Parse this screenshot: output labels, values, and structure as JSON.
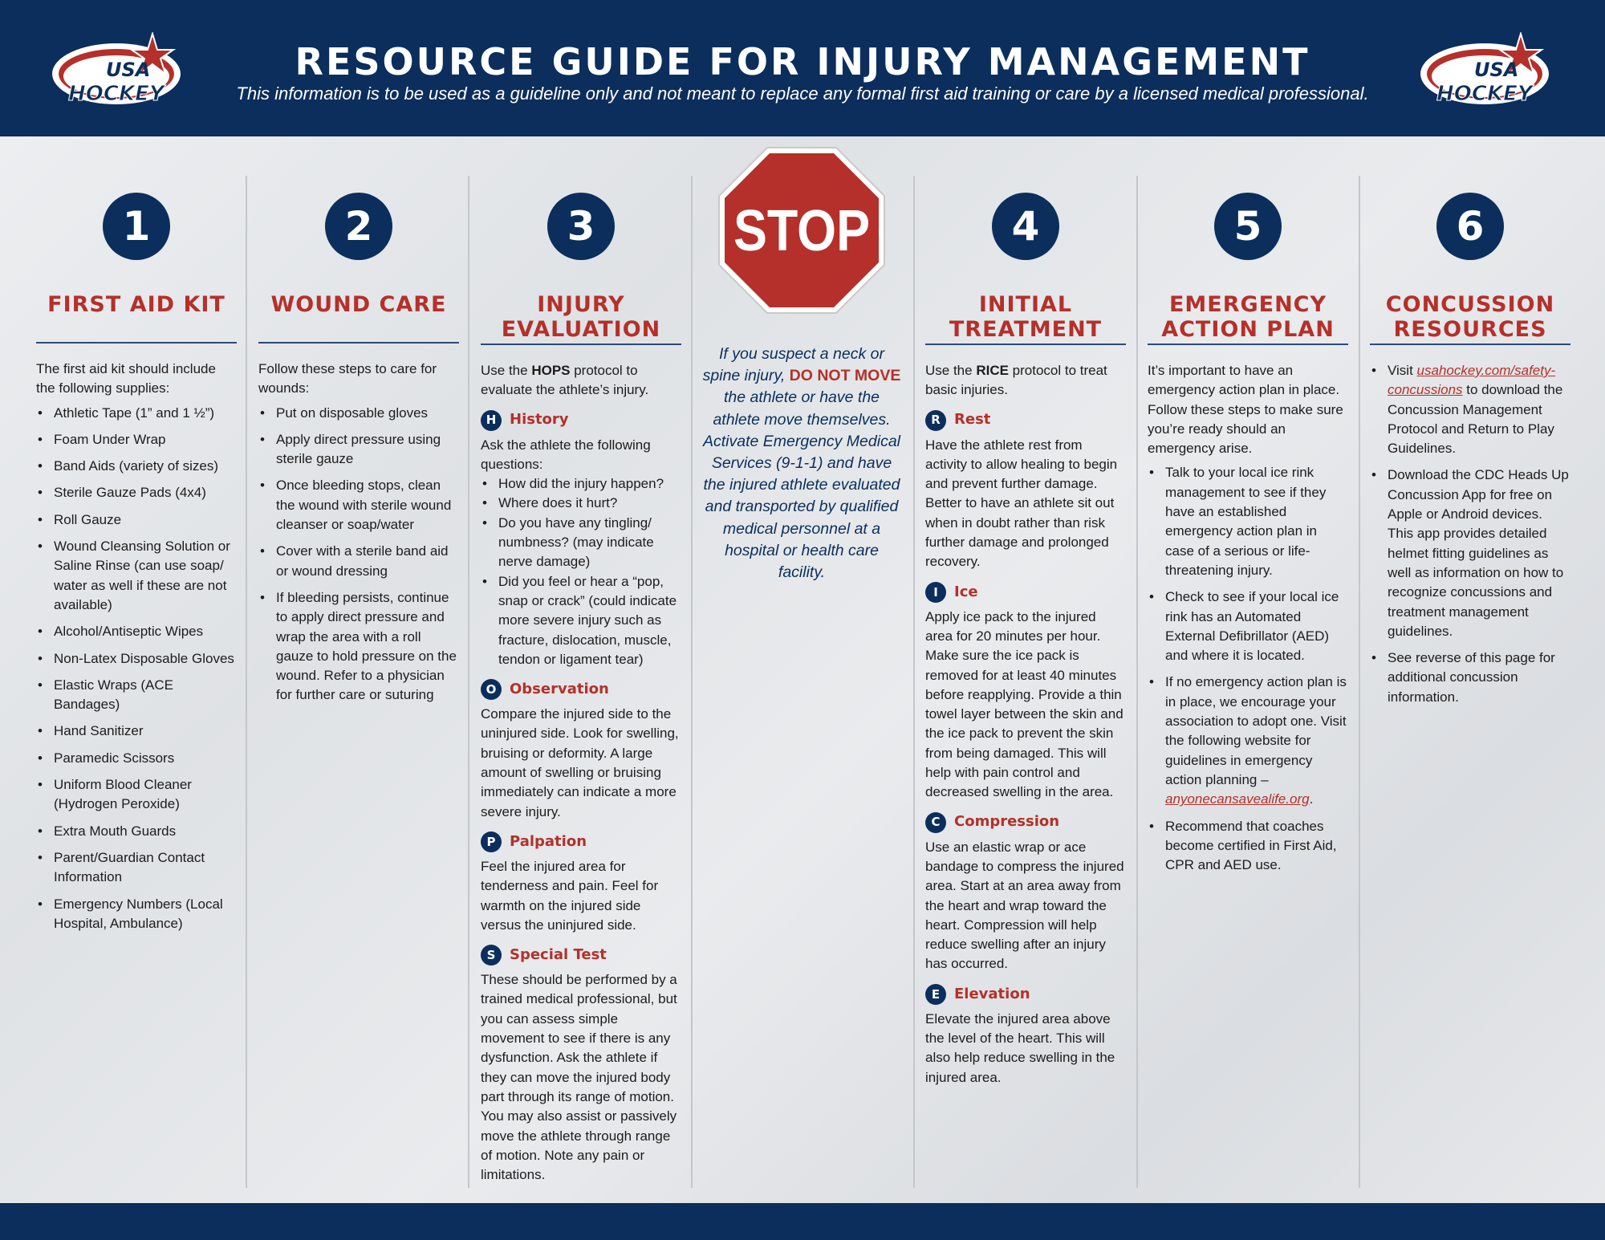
{
  "header": {
    "title": "RESOURCE GUIDE FOR INJURY MANAGEMENT",
    "subtitle": "This information is to be used as a guideline only and not meant to replace any formal first aid training or care by a licensed medical professional.",
    "logo_text": "USA HOCKEY"
  },
  "colors": {
    "navy": "#0b2e5c",
    "red": "#b5302a"
  },
  "sections": [
    {
      "number": "1",
      "heading": "FIRST AID KIT",
      "intro": "The first aid kit should include the following supplies:",
      "items": [
        "Athletic Tape (1” and 1 ½”)",
        "Foam Under Wrap",
        "Band Aids (variety of sizes)",
        "Sterile Gauze Pads (4x4)",
        "Roll Gauze",
        "Wound Cleansing Solution or Saline Rinse (can use soap/ water as well if these are not available)",
        "Alcohol/Antiseptic Wipes",
        "Non-Latex Disposable Gloves",
        "Elastic Wraps (ACE Bandages)",
        "Hand Sanitizer",
        "Paramedic Scissors",
        "Uniform Blood Cleaner (Hydrogen Peroxide)",
        "Extra Mouth Guards",
        "Parent/Guardian Contact Information",
        "Emergency Numbers (Local Hospital, Ambulance)"
      ]
    },
    {
      "number": "2",
      "heading": "WOUND CARE",
      "intro": "Follow these steps to care for wounds:",
      "items": [
        "Put on disposable gloves",
        "Apply direct pressure using sterile gauze",
        "Once bleeding stops, clean the wound with sterile wound cleanser or soap/water",
        "Cover with a sterile band aid or wound dressing",
        "If bleeding persists, continue to apply direct pressure and wrap the area with a roll gauze to hold pressure on the wound. Refer to a physician for further care or suturing"
      ]
    },
    {
      "number": "3",
      "heading": "INJURY EVALUATION",
      "intro_pre": "Use the ",
      "intro_bold": "HOPS",
      "intro_post": " protocol to evaluate the athlete’s injury.",
      "steps": [
        {
          "letter": "H",
          "title": "History",
          "text": "Ask the athlete the following questions:",
          "items": [
            "How did the injury happen?",
            "Where does it hurt?",
            "Do you have any tingling/ numbness? (may indicate nerve damage)",
            "Did you feel or hear a “pop, snap or crack” (could indicate more severe injury such as fracture, dislocation, muscle, tendon or ligament tear)"
          ]
        },
        {
          "letter": "O",
          "title": "Observation",
          "text": "Compare the injured side to the uninjured side. Look for swelling, bruising or deformity. A large amount of swelling or bruising immediately can indicate a more severe injury."
        },
        {
          "letter": "P",
          "title": "Palpation",
          "text": "Feel the injured area for tenderness and pain. Feel for warmth on the injured side versus the uninjured side."
        },
        {
          "letter": "S",
          "title": "Special Test",
          "text": "These should be performed by a trained medical professional, but you can assess simple movement to see if there is any dysfunction. Ask the athlete if they can move the injured body part through its range of motion. You may also assist or passively move the athlete through range of motion. Note any pain or limitations."
        }
      ]
    },
    {
      "number": "4",
      "heading": "INITIAL TREATMENT",
      "intro_pre": "Use the ",
      "intro_bold": "RICE",
      "intro_post": " protocol to treat basic injuries.",
      "steps": [
        {
          "letter": "R",
          "title": "Rest",
          "text": "Have the athlete rest from activity to allow healing to begin and prevent further damage. Better to have an athlete sit out when in doubt rather than risk further damage and prolonged recovery."
        },
        {
          "letter": "I",
          "title": "Ice",
          "text": "Apply ice pack to the injured area for 20 minutes per hour. Make sure the ice pack is removed for at least 40 minutes before reapplying. Provide a thin towel layer between the skin and the ice pack to prevent the skin from being damaged. This will help with pain control and decreased swelling in the area."
        },
        {
          "letter": "C",
          "title": "Compression",
          "text": "Use an elastic wrap or ace bandage to compress the injured area. Start at an area away from the heart and wrap toward the heart. Compression will help reduce swelling after an injury has occurred."
        },
        {
          "letter": "E",
          "title": "Elevation",
          "text": "Elevate the injured area above the level of the heart. This will also help reduce swelling in the injured area."
        }
      ]
    },
    {
      "number": "5",
      "heading": "EMERGENCY ACTION PLAN",
      "intro": "It’s important to have an emergency action plan in place. Follow these steps to make sure you’re ready should an emergency arise.",
      "items": [
        "Talk to your local ice rink management to see if they have an established emergency action plan in case of a serious or life-threatening injury.",
        "Check to see if your local ice rink has an Automated External Defibrillator (AED) and where it is located.",
        "If no emergency action plan is in place, we encourage your association to adopt one. Visit the following website for guidelines in emergency action planning –",
        "Recommend that coaches become certified in First Aid, CPR and AED use."
      ],
      "link": "anyonecansavealife.org",
      "link_suffix": "."
    },
    {
      "number": "6",
      "heading": "CONCUSSION RESOURCES",
      "item1_pre": "Visit ",
      "item1_link": "usahockey.com/safety-concussions",
      "item1_post": " to download the Concussion Management Protocol and Return to Play Guidelines.",
      "items": [
        "Download the CDC Heads Up Concussion App for free on Apple or Android devices. This app provides detailed helmet fitting guidelines as well as information on how to recognize concussions and treatment management guidelines.",
        "See reverse of this page for additional concussion information."
      ]
    }
  ],
  "stop": {
    "sign": "STOP",
    "text_pre": "If you suspect a neck or spine injury, ",
    "text_bold": "DO NOT MOVE",
    "text_post": " the athlete or have the athlete move themselves. Activate Emergency Medical Services (9-1-1) and have the injured athlete evaluated and transported by qualified medical personnel at a hospital or health care facility."
  }
}
